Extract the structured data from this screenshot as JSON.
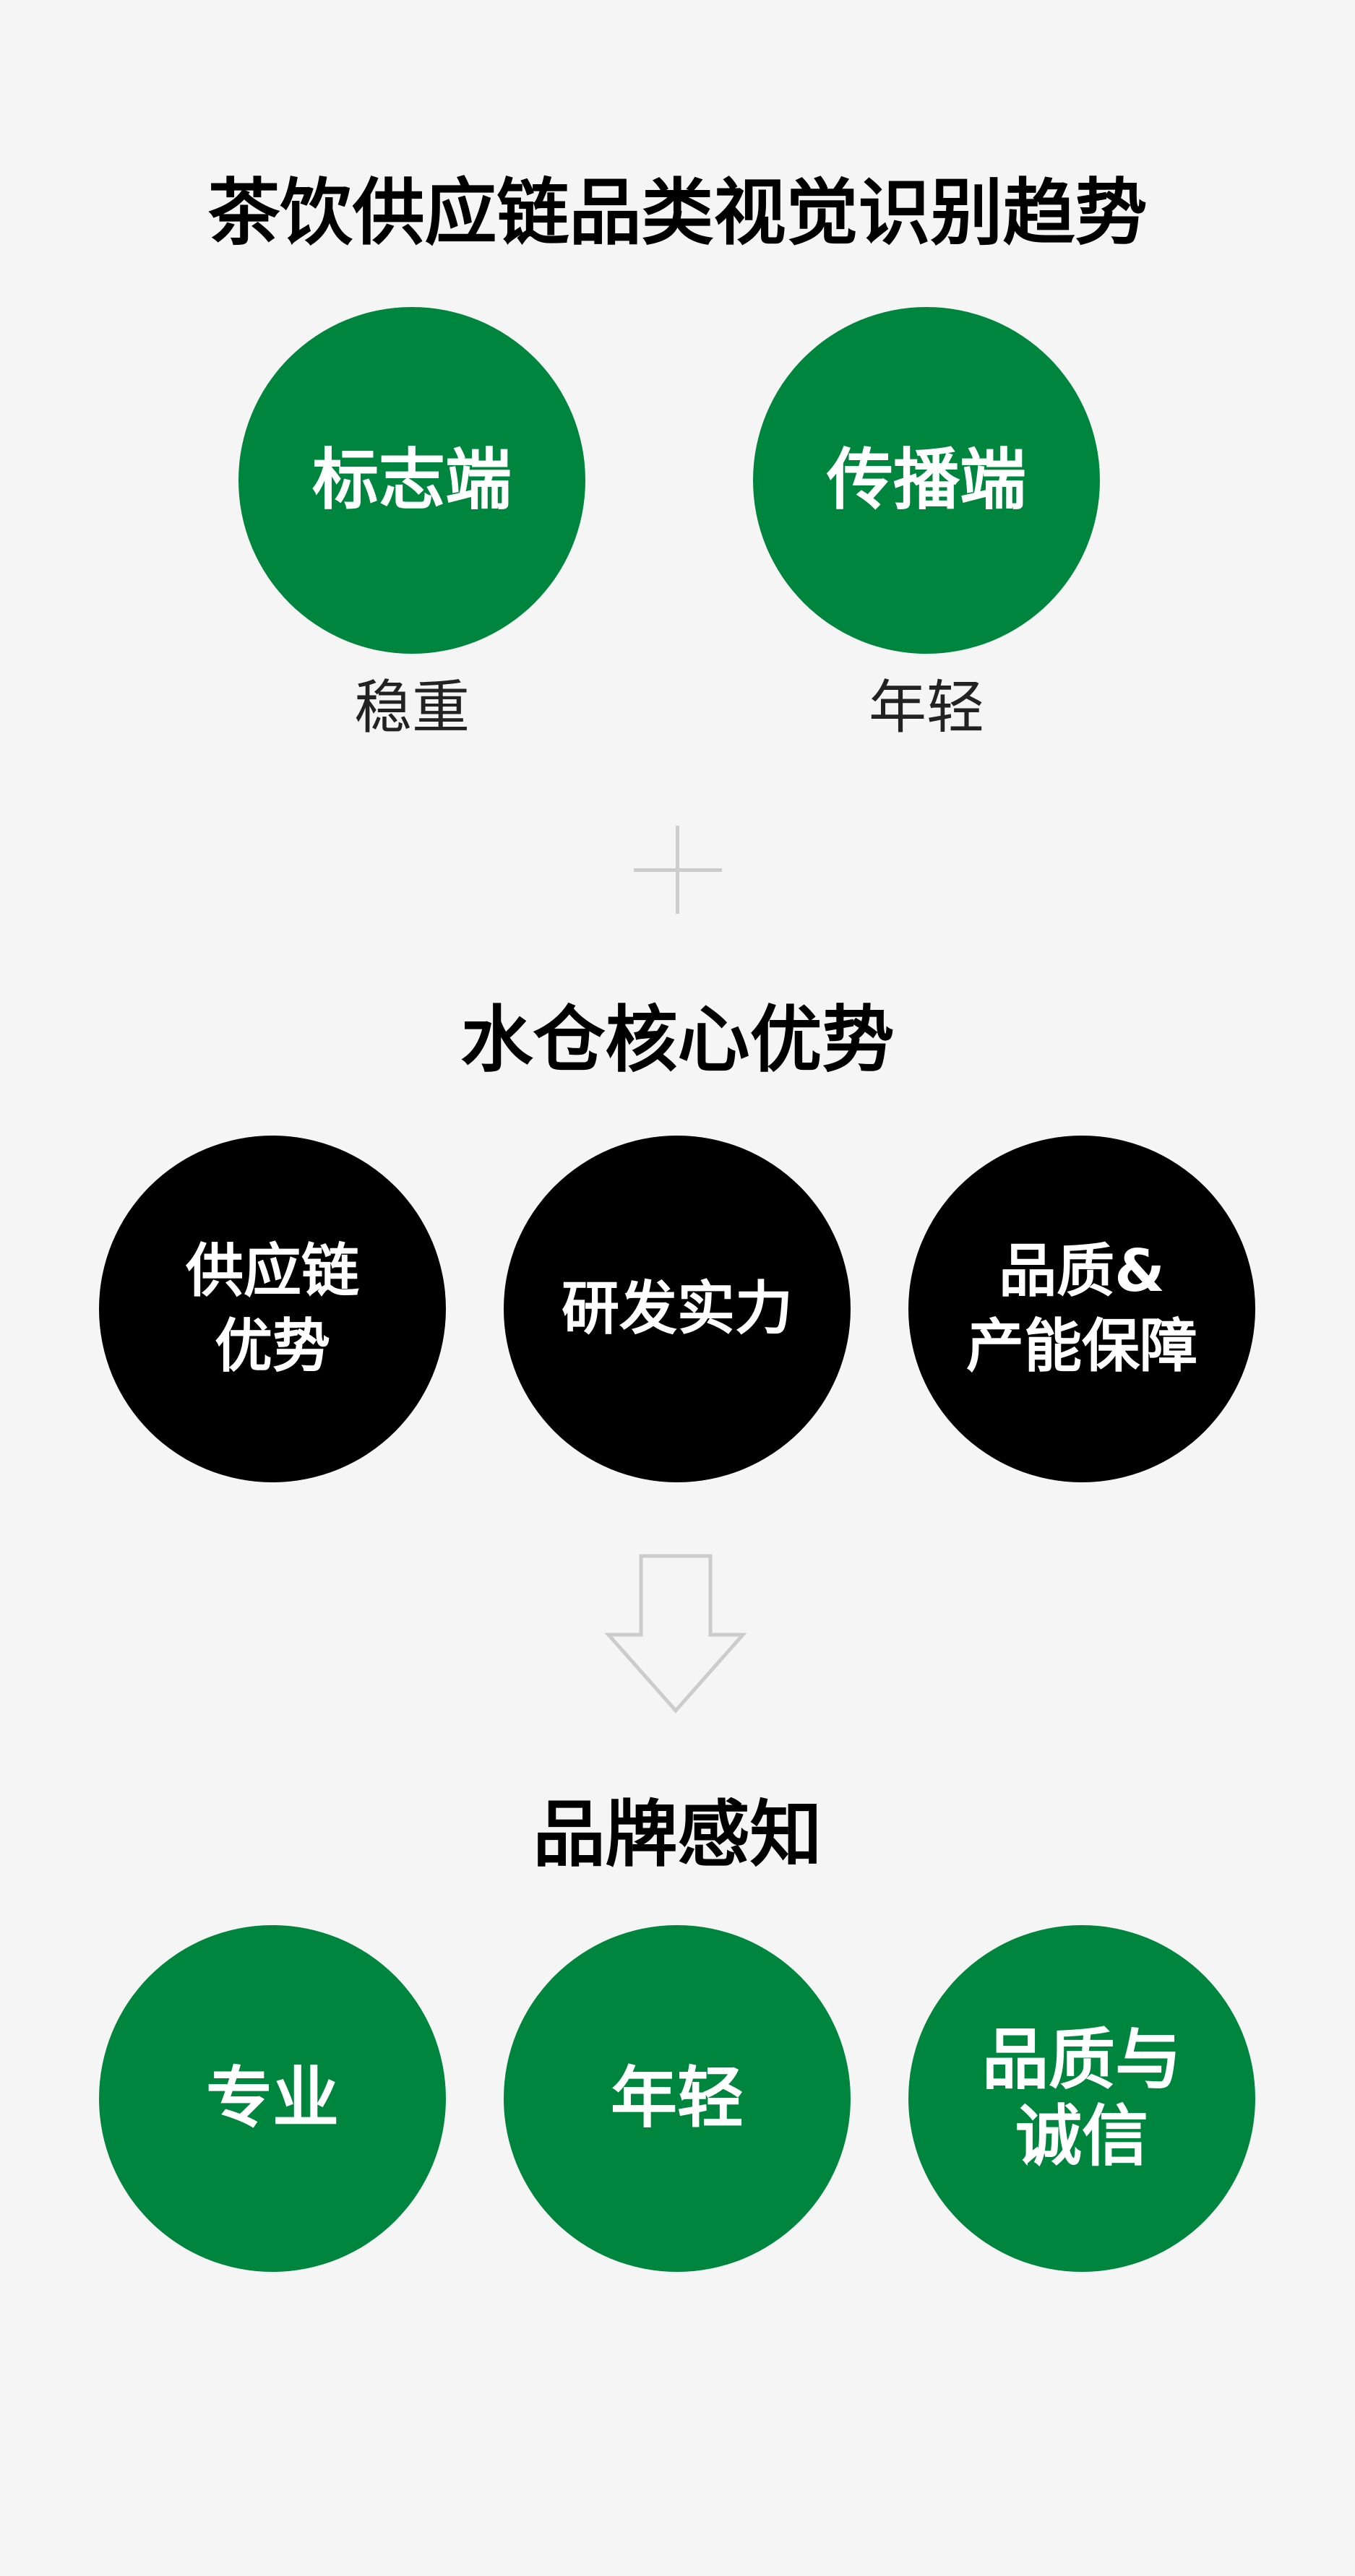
{
  "section1": {
    "title": "茶饮供应链品类视觉识别趋势",
    "items": [
      {
        "label": "标志端",
        "sub": "稳重"
      },
      {
        "label": "传播端",
        "sub": "年轻"
      }
    ]
  },
  "section2": {
    "title": "水仓核心优势",
    "items": [
      {
        "label": "供应链\n优势"
      },
      {
        "label": "研发实力"
      },
      {
        "label": "品质&\n产能保障"
      }
    ]
  },
  "section3": {
    "title": "品牌感知",
    "items": [
      {
        "label": "专业"
      },
      {
        "label": "年轻"
      },
      {
        "label": "品质与\n诚信"
      }
    ]
  },
  "colors": {
    "green": "#00853e",
    "black": "#000000",
    "background": "#f5f5f5",
    "connector": "#cccccc"
  },
  "icons": [
    "plus-icon",
    "down-arrow-icon"
  ]
}
